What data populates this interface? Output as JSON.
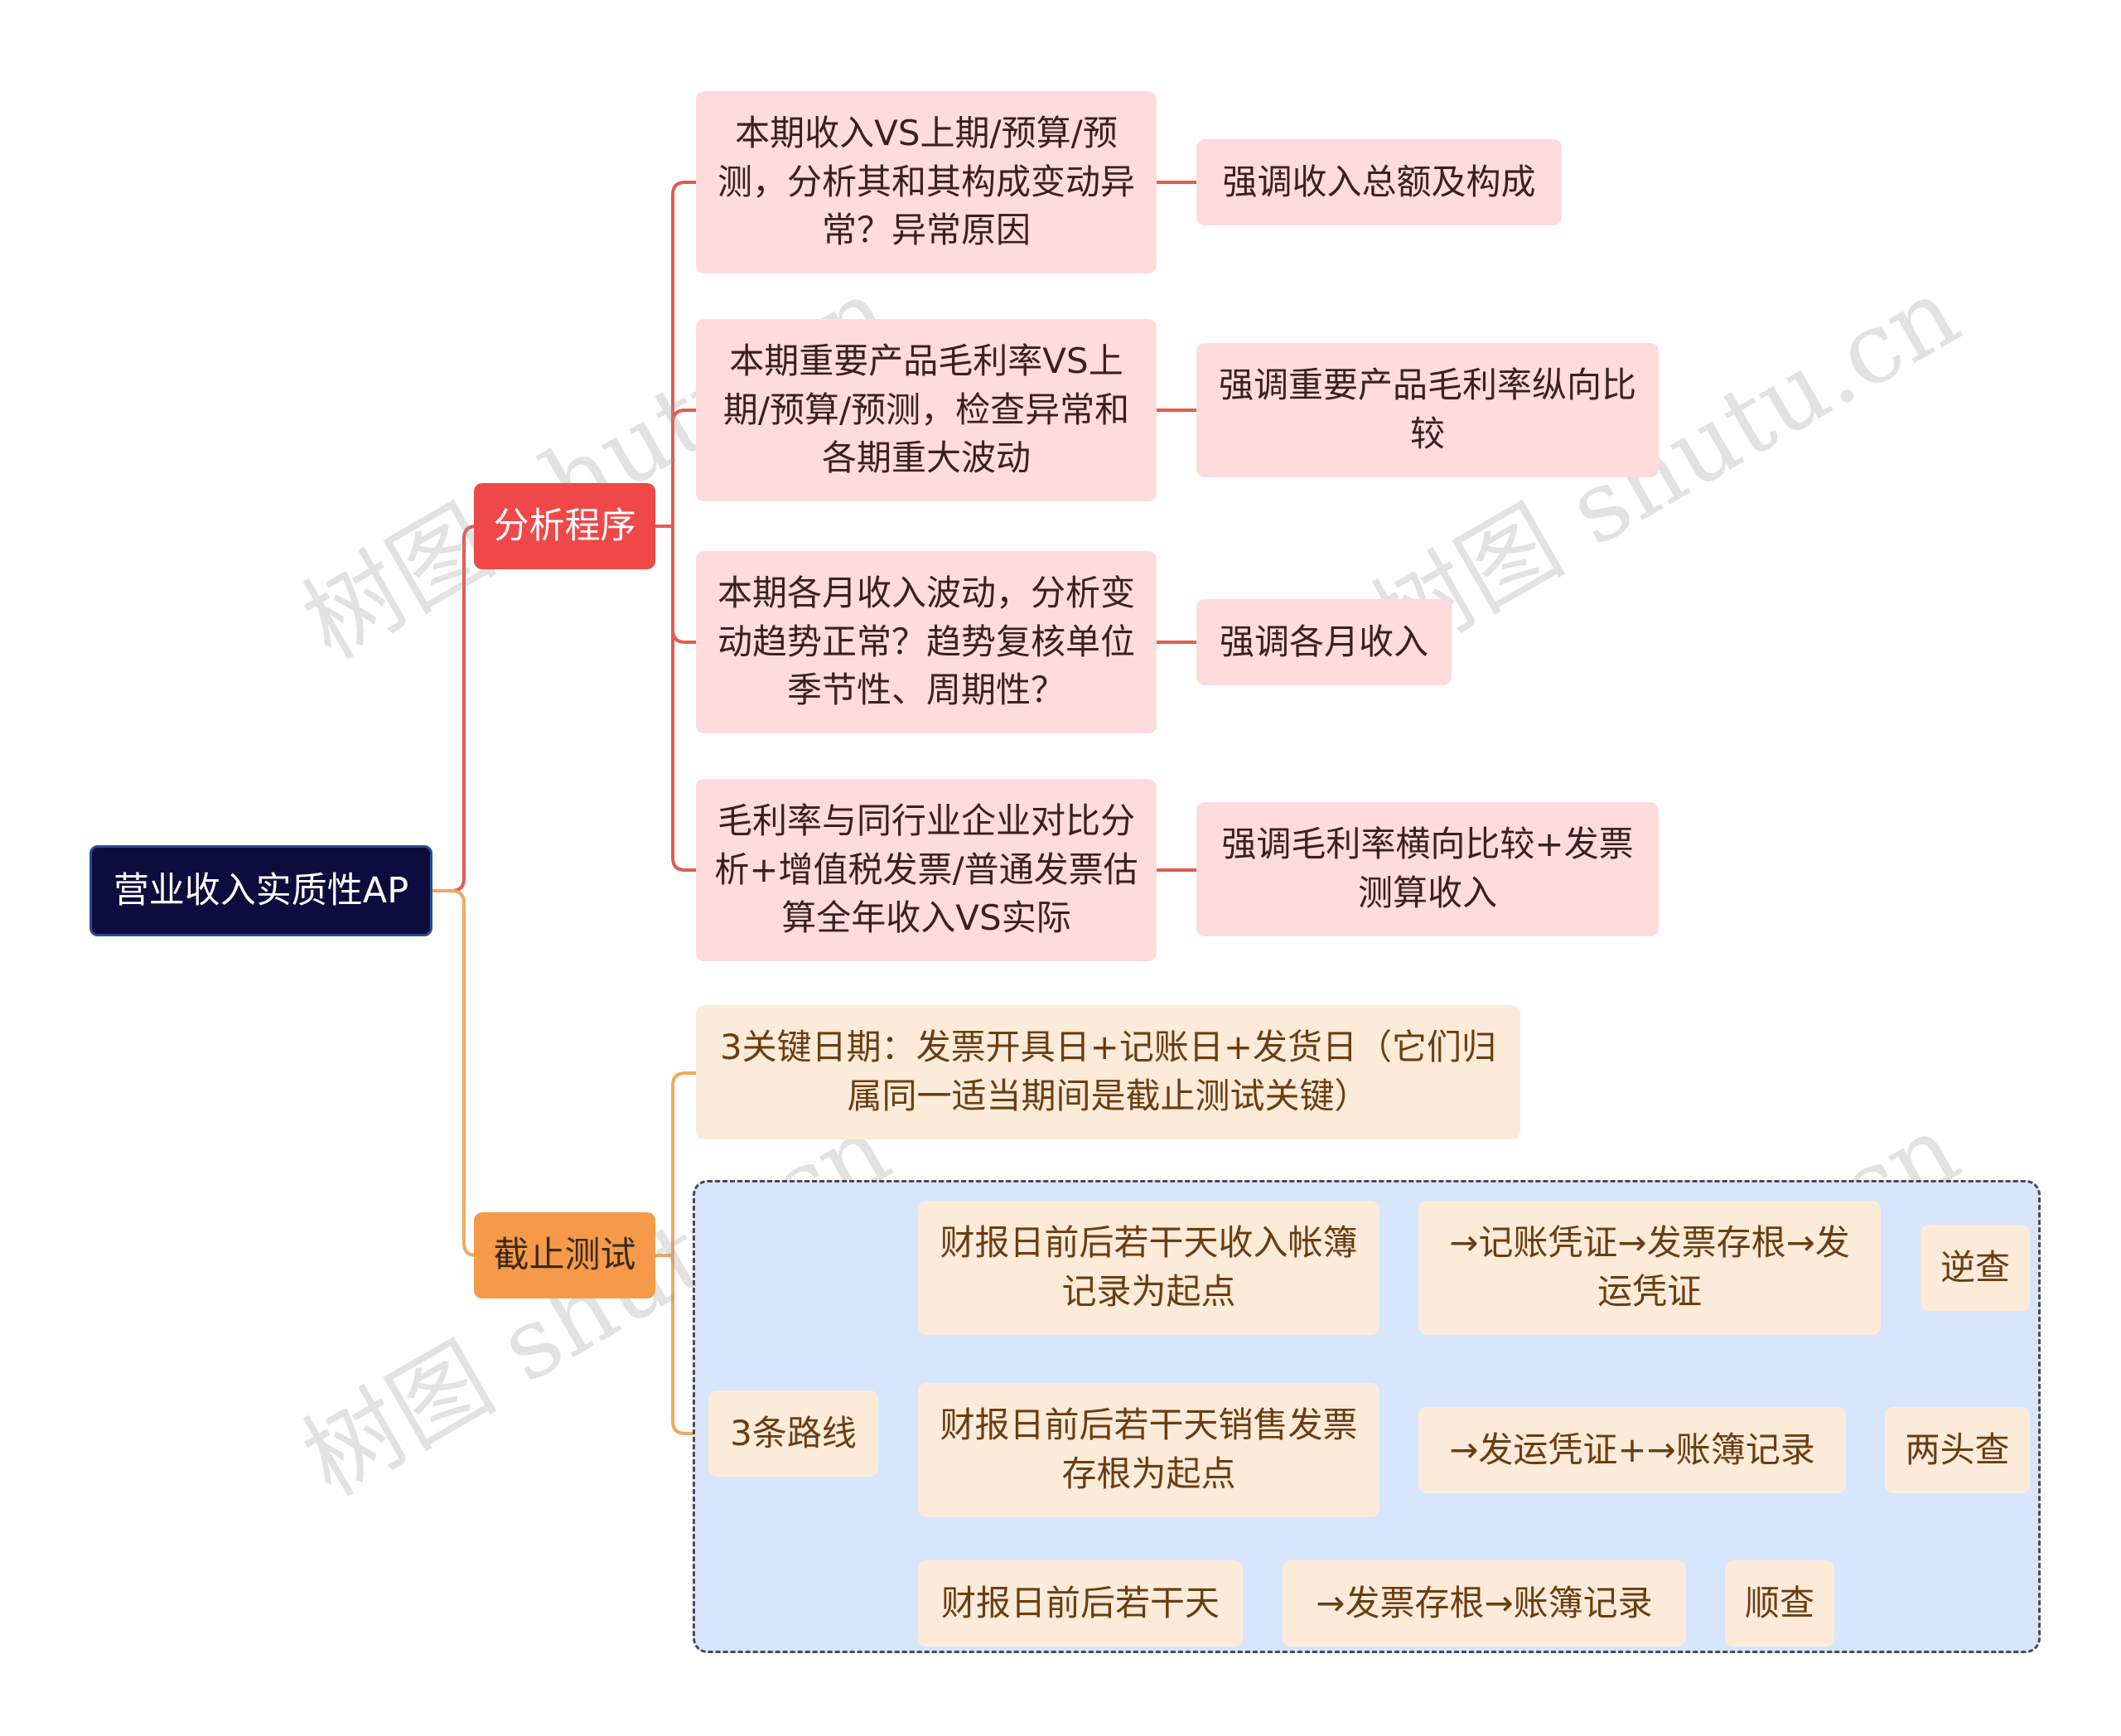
{
  "root": {
    "label": "营业收入实质性AP"
  },
  "branches": [
    {
      "label": "分析程序",
      "color": "#f04848",
      "items": [
        {
          "detail": "本期收入VS上期/预算/预测，分析其和其构成变动异常？异常原因",
          "note": "强调收入总额及构成"
        },
        {
          "detail": "本期重要产品毛利率VS上期/预算/预测，检查异常和各期重大波动",
          "note": "强调重要产品毛利率纵向比较"
        },
        {
          "detail": "本期各月收入波动，分析变动趋势正常？趋势复核单位季节性、周期性？",
          "note": "强调各月收入"
        },
        {
          "detail": "毛利率与同行业企业对比分析+增值税发票/普通发票估算全年收入VS实际",
          "note": "强调毛利率横向比较+发票测算收入"
        }
      ]
    },
    {
      "label": "截止测试",
      "color": "#f59a49",
      "key_dates": "3关键日期：发票开具日+记账日+发货日（它们归属同一适当期间是截止测试关键）",
      "routes": {
        "label": "3条路线",
        "items": [
          {
            "start": "财报日前后若干天收入帐簿记录为起点",
            "path": "→记账凭证→发票存根→发运凭证",
            "method": "逆查"
          },
          {
            "start": "财报日前后若干天销售发票存根为起点",
            "path": "→发运凭证+→账簿记录",
            "method": "两头查"
          },
          {
            "start": "财报日前后若干天",
            "path": "→发票存根→账簿记录",
            "method": "顺查"
          }
        ]
      }
    }
  ],
  "watermark": "树图 shutu.cn"
}
